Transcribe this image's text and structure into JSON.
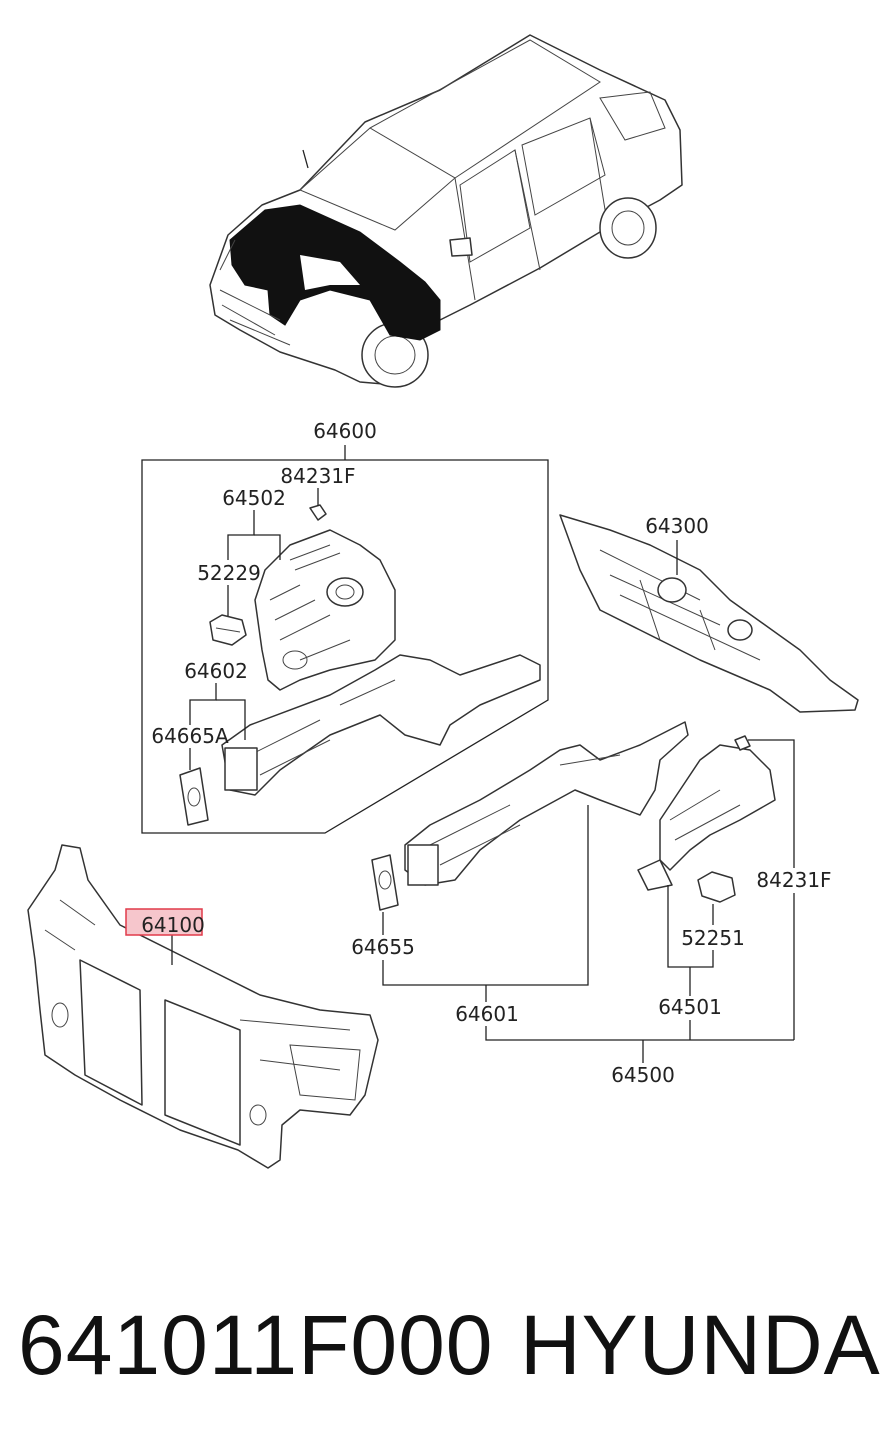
{
  "labels": {
    "p64600": "64600",
    "p84231F_a": "84231F",
    "p64502": "64502",
    "p52229": "52229",
    "p64602": "64602",
    "p64665A": "64665A",
    "p64300": "64300",
    "p84231F_b": "84231F",
    "p52251": "52251",
    "p64655": "64655",
    "p64501": "64501",
    "p64601": "64601",
    "p64500": "64500",
    "p64100": "64100"
  },
  "highlight": {
    "part": "64100",
    "color": "#e03a4a",
    "fill": "#f6c6cc"
  },
  "footer": {
    "part_number": "641011F000",
    "brand": "HYUNDAI"
  }
}
